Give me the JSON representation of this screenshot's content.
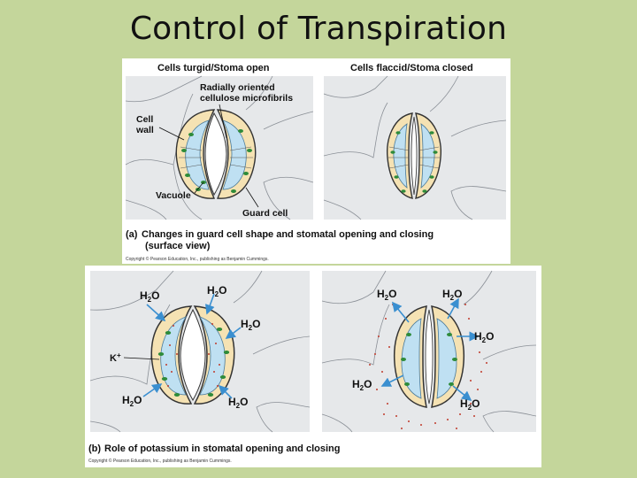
{
  "slide": {
    "title": "Control of Transpiration"
  },
  "panel_a": {
    "heading_left": "Cells turgid/Stoma open",
    "heading_right": "Cells flaccid/Stoma closed",
    "label_microfibrils_1": "Radially oriented",
    "label_microfibrils_2": "cellulose microfibrils",
    "label_cell_wall_1": "Cell",
    "label_cell_wall_2": "wall",
    "label_vacuole": "Vacuole",
    "label_guard_cell": "Guard cell",
    "caption_prefix": "(a)",
    "caption_line1": "Changes in guard cell shape and stomatal opening and closing",
    "caption_line2": "(surface view)",
    "copyright": "Copyright © Pearson Education, Inc., publishing as Benjamin Cummings."
  },
  "panel_b": {
    "water": "H",
    "water_sub": "2",
    "water_o": "O",
    "potassium": "K",
    "potassium_sup": "+",
    "caption_prefix": "(b)",
    "caption_line1": "Role of potassium in stomatal opening and closing",
    "copyright": "Copyright © Pearson Education, Inc., publishing as Benjamin Cummings."
  },
  "colors": {
    "background": "#c4d69b",
    "cell_bg": "#e6e8ea",
    "guard_cell": "#f5e2b3",
    "vacuole": "#bfe0f2",
    "chloroplast": "#2e8b3a",
    "ion_dot": "#c0392b",
    "arrow": "#3a8fd0"
  }
}
